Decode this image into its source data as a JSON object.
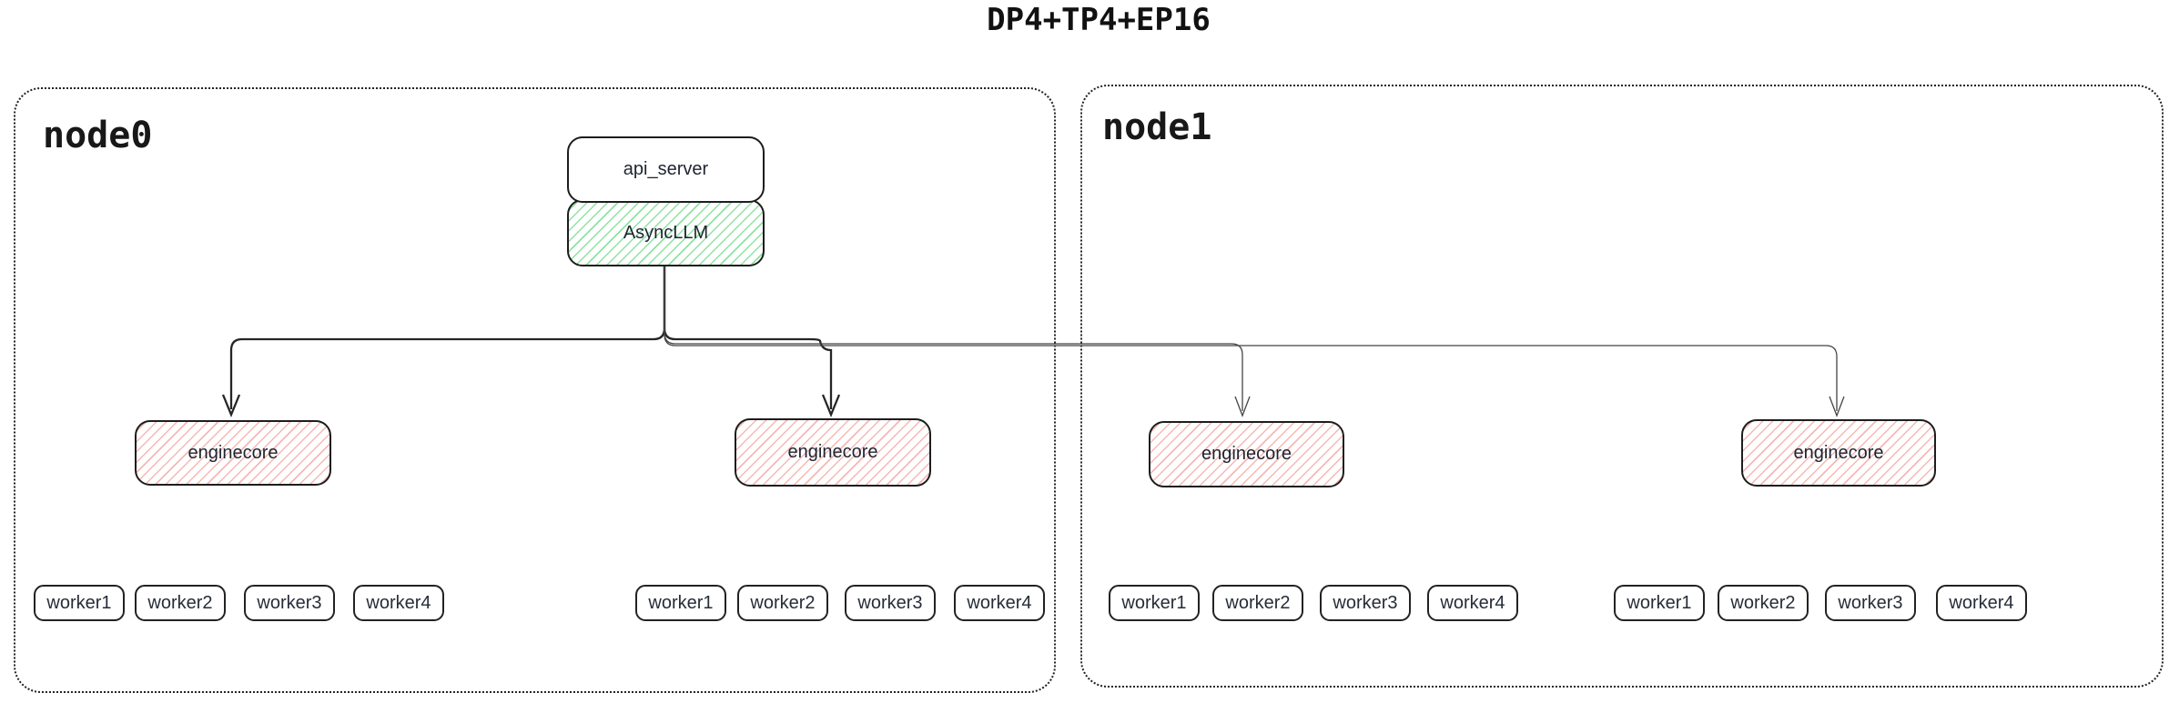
{
  "title": "DP4+TP4+EP16",
  "nodes": [
    {
      "label": "node0"
    },
    {
      "label": "node1"
    }
  ],
  "api_server": {
    "label": "api_server"
  },
  "async_llm": {
    "label": "AsyncLLM"
  },
  "enginecores": [
    {
      "label": "enginecore",
      "node": "node0"
    },
    {
      "label": "enginecore",
      "node": "node0"
    },
    {
      "label": "enginecore",
      "node": "node1"
    },
    {
      "label": "enginecore",
      "node": "node1"
    }
  ],
  "workers": {
    "groups": [
      [
        "worker1",
        "worker2",
        "worker3",
        "worker4"
      ],
      [
        "worker1",
        "worker2",
        "worker3",
        "worker4"
      ],
      [
        "worker1",
        "worker2",
        "worker3",
        "worker4"
      ],
      [
        "worker1",
        "worker2",
        "worker3",
        "worker4"
      ]
    ]
  },
  "edges": [
    {
      "from": "AsyncLLM",
      "to": "enginecore-1",
      "style": "dark-arrow"
    },
    {
      "from": "AsyncLLM",
      "to": "enginecore-2",
      "style": "dark-arrow"
    },
    {
      "from": "AsyncLLM",
      "to": "enginecore-3",
      "style": "thin-arrow"
    },
    {
      "from": "AsyncLLM",
      "to": "enginecore-4",
      "style": "thin-arrow"
    }
  ],
  "colors": {
    "async_llm_hatch": "#7ade91",
    "enginecore_hatch": "#f4a6a0",
    "box_border": "#1d1d1d",
    "node_border_dotted": "#222222",
    "dark_edge": "#252525",
    "thin_edge": "#454545",
    "background": "#ffffff"
  }
}
